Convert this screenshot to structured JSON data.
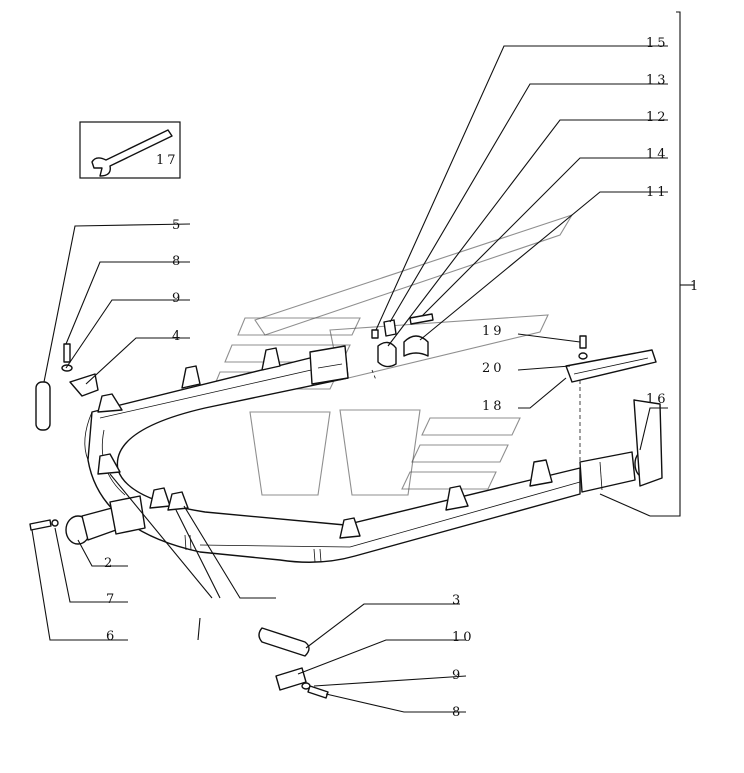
{
  "diagram": {
    "callouts": {
      "c1": "1",
      "c2": "2",
      "c3": "3",
      "c4": "4",
      "c5": "5",
      "c6": "6",
      "c7": "7",
      "c8a": "8",
      "c8b": "8",
      "c9a": "9",
      "c9b": "9",
      "c10": "10",
      "c11": "11",
      "c12": "12",
      "c13": "13",
      "c14": "14",
      "c15": "15",
      "c16": "16",
      "c17": "17",
      "c18": "18",
      "c19": "19",
      "c20": "20"
    }
  }
}
